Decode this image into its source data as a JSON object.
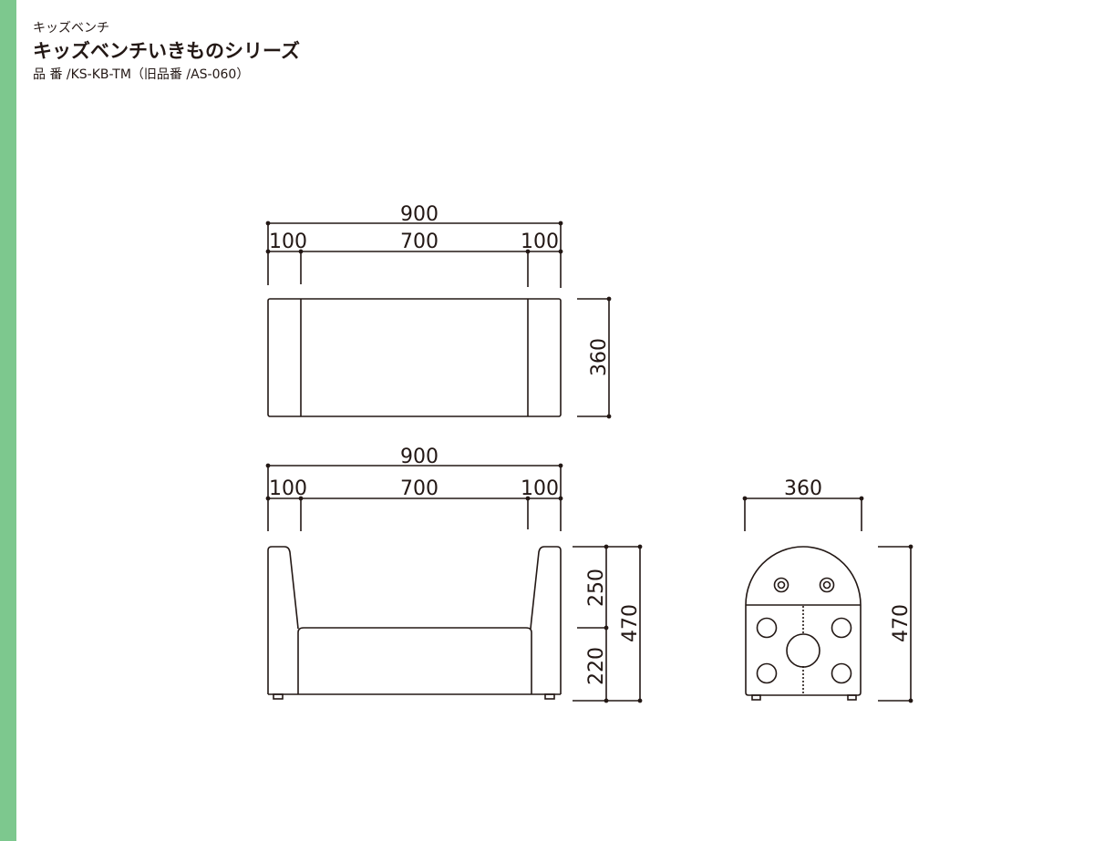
{
  "header": {
    "category": "キッズベンチ",
    "title": "キッズベンチいきものシリーズ",
    "product_code": "品 番 /KS-KB-TM（旧品番 /AS-060）"
  },
  "accent_color": "#7dc88e",
  "top_view": {
    "overall_width": "900",
    "left_arm": "100",
    "seat": "700",
    "right_arm": "100",
    "depth": "360"
  },
  "front_view": {
    "overall_width": "900",
    "left_arm": "100",
    "seat": "700",
    "right_arm": "100",
    "upper_height": "250",
    "lower_height": "220",
    "total_height": "470"
  },
  "side_view": {
    "width": "360",
    "total_height": "470"
  }
}
